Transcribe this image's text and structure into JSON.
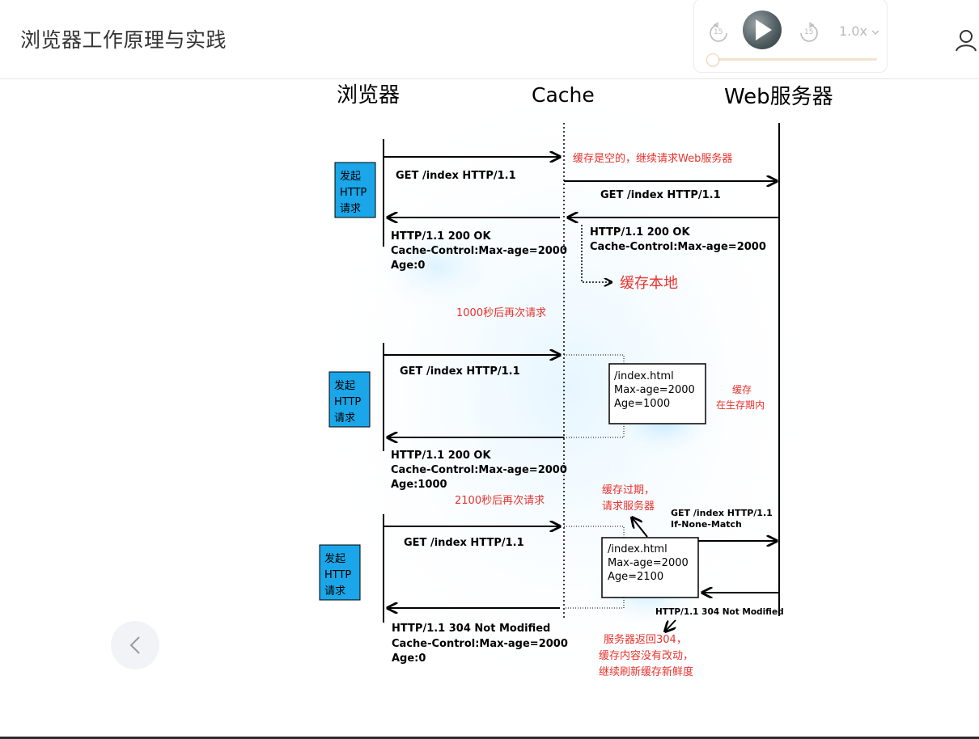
{
  "header": {
    "title": "浏览器工作原理与实践",
    "rewind_label": "15",
    "forward_label": "15",
    "speed": "1.0x",
    "progress": 0.0
  },
  "diagram": {
    "col_browser": "浏览器",
    "col_cache": "Cache",
    "col_server": "Web服务器",
    "send_request": [
      "发起",
      "HTTP",
      "请求"
    ],
    "s1": {
      "note_empty": "缓存是空的，继续请求Web服务器",
      "req_browser": "GET /index HTTP/1.1",
      "req_server": "GET /index HTTP/1.1",
      "resp_server_1": "HTTP/1.1 200 OK",
      "resp_server_2": "Cache-Control:Max-age=2000",
      "cache_local": "缓存本地",
      "resp_browser_1": "HTTP/1.1 200 OK",
      "resp_browser_2": "Cache-Control:Max-age=2000",
      "resp_browser_3": "Age:0",
      "later": "1000秒后再次请求"
    },
    "s2": {
      "req_browser": "GET /index HTTP/1.1",
      "cache_file": "/index.html",
      "cache_maxage": "Max-age=2000",
      "cache_age": "Age=1000",
      "note_1": "缓存",
      "note_2": "在生存期内",
      "resp_browser_1": "HTTP/1.1 200 OK",
      "resp_browser_2": "Cache-Control:Max-age=2000",
      "resp_browser_3": "Age:1000",
      "later": "2100秒后再次请求"
    },
    "s3": {
      "req_browser": "GET /index HTTP/1.1",
      "expired_1": "缓存过期，",
      "expired_2": "请求服务器",
      "req_server_1": "GET /index HTTP/1.1",
      "req_server_2": "If-None-Match",
      "cache_file": "/index.html",
      "cache_maxage": "Max-age=2000",
      "cache_age": "Age=2100",
      "resp_server": "HTTP/1.1 304 Not Modified",
      "note_1": "服务器返回304，",
      "note_2": "缓存内容没有改动，",
      "note_3": "继续刷新缓存新鲜度",
      "resp_browser_1": "HTTP/1.1 304 Not Modified",
      "resp_browser_2": "Cache-Control:Max-age=2000",
      "resp_browser_3": "Age:0"
    }
  },
  "colors": {
    "red": "#e8322c",
    "box_blue": "#1aa6e8",
    "progress_fill": "#e8c394"
  }
}
